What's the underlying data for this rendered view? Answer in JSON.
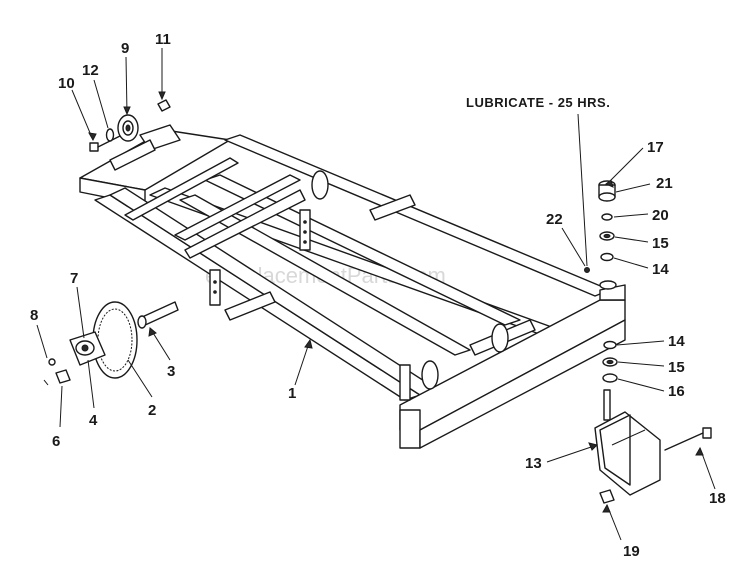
{
  "note": "LUBRICATE - 25 HRS.",
  "watermark": "eReplacementParts.com",
  "callouts": [
    "1",
    "2",
    "3",
    "4",
    "6",
    "7",
    "8",
    "9",
    "10",
    "11",
    "12",
    "13",
    "14",
    "14",
    "15",
    "15",
    "16",
    "17",
    "18",
    "19",
    "20",
    "21",
    "22"
  ]
}
